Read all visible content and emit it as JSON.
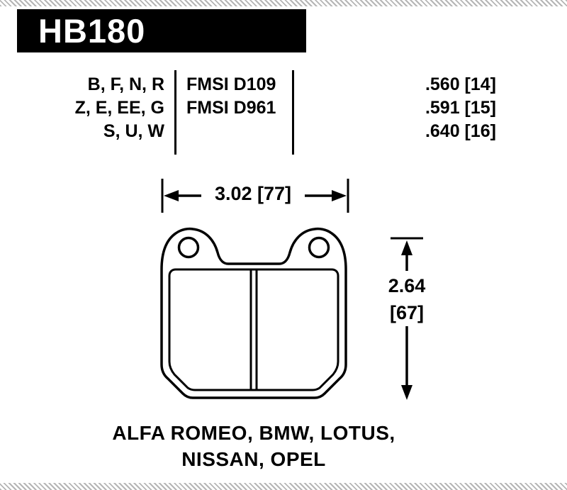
{
  "part": {
    "number": "HB180"
  },
  "spec_table": {
    "rows": [
      {
        "compounds": "B, F, N, R",
        "fmsi": "FMSI D109",
        "thickness": ".560 [14]"
      },
      {
        "compounds": "Z, E, EE, G",
        "fmsi": "FMSI D961",
        "thickness": ".591 [15]"
      },
      {
        "compounds": "S, U, W",
        "fmsi": "",
        "thickness": ".640 [16]"
      }
    ]
  },
  "dimensions": {
    "width_label": "3.02 [77]",
    "height_value": "2.64",
    "height_mm": "[67]"
  },
  "applications": {
    "line1": "ALFA ROMEO, BMW, LOTUS,",
    "line2": "NISSAN, OPEL"
  },
  "colors": {
    "header_bg": "#000000",
    "text": "#000000",
    "background": "#ffffff"
  }
}
